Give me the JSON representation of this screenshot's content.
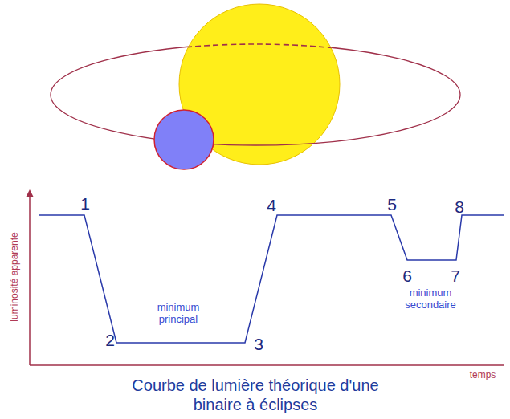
{
  "diagram": {
    "caption": "Courbe de lumière théorique d'une binaire à éclipses",
    "labels": [
      "1",
      "2",
      "3",
      "4",
      "5",
      "6",
      "7",
      "8",
      "minimum principal",
      "minimum secondaire",
      "luminosité apparente",
      "temps"
    ]
  }
}
